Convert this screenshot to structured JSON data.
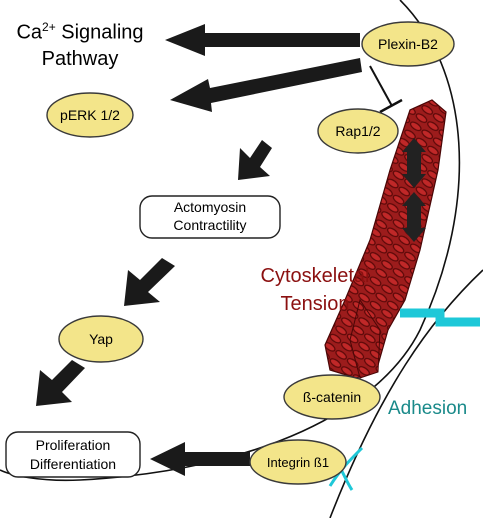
{
  "pathway": {
    "ca_prefix": "Ca",
    "ca_superscript": "2+",
    "ca_suffix": "Signaling",
    "line2": "Pathway"
  },
  "nodes": {
    "plexin": "Plexin-B2",
    "perk": "pERK 1/2",
    "rap": "Rap1/2",
    "actomyosin_line1": "Actomyosin",
    "actomyosin_line2": "Contractility",
    "yap": "Yap",
    "prolif_line1": "Proliferation",
    "prolif_line2": "Differentiation",
    "integrin": "Integrin ß1",
    "catenin": "ß-catenin"
  },
  "labels": {
    "cytoskeletal_line1": "Cytoskeletal",
    "cytoskeletal_line2": "Tension",
    "adhesion": "Adhesion"
  },
  "colors": {
    "node_fill": "#f3e58a",
    "node_stroke": "#3a3a3a",
    "arrow": "#1a1a1a",
    "actin": "#9c1c1c",
    "tension_text": "#8b1010",
    "adhesion": "#1ec8d8"
  }
}
